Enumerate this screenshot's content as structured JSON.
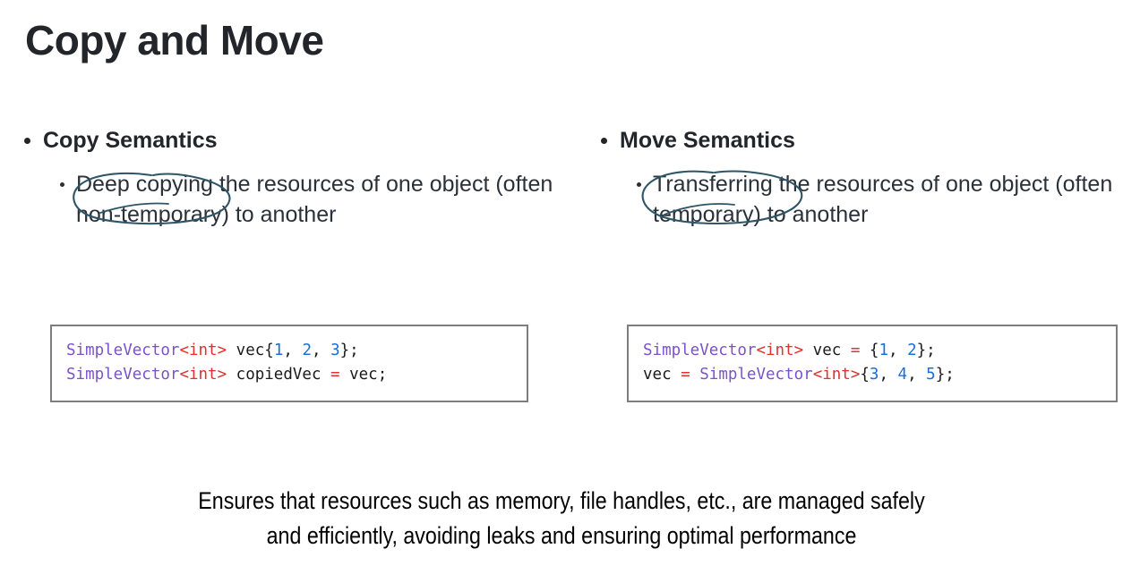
{
  "slide": {
    "title": "Copy and Move",
    "columns": [
      {
        "heading": "Copy Semantics",
        "sub_bullet": "Deep copying the resources of one object (often non-temporary) to another",
        "annotation_target": "Deep copying",
        "code_lines": [
          [
            {
              "t": "SimpleVector",
              "c": "type"
            },
            {
              "t": "<int>",
              "c": "tmpl"
            },
            {
              "t": " vec{",
              "c": "plain"
            },
            {
              "t": "1",
              "c": "num"
            },
            {
              "t": ", ",
              "c": "plain"
            },
            {
              "t": "2",
              "c": "num"
            },
            {
              "t": ", ",
              "c": "plain"
            },
            {
              "t": "3",
              "c": "num"
            },
            {
              "t": "};",
              "c": "plain"
            }
          ],
          [
            {
              "t": "SimpleVector",
              "c": "type"
            },
            {
              "t": "<int>",
              "c": "tmpl"
            },
            {
              "t": " copiedVec ",
              "c": "plain"
            },
            {
              "t": "=",
              "c": "op"
            },
            {
              "t": " vec;",
              "c": "plain"
            }
          ]
        ]
      },
      {
        "heading": "Move Semantics",
        "sub_bullet": "Transferring the resources of one object (often temporary) to another",
        "annotation_target": "Transferring",
        "code_lines": [
          [
            {
              "t": "SimpleVector",
              "c": "type"
            },
            {
              "t": "<int>",
              "c": "tmpl"
            },
            {
              "t": " vec ",
              "c": "plain"
            },
            {
              "t": "=",
              "c": "op"
            },
            {
              "t": " {",
              "c": "plain"
            },
            {
              "t": "1",
              "c": "num"
            },
            {
              "t": ", ",
              "c": "plain"
            },
            {
              "t": "2",
              "c": "num"
            },
            {
              "t": "};",
              "c": "plain"
            }
          ],
          [
            {
              "t": "vec ",
              "c": "plain"
            },
            {
              "t": "=",
              "c": "op"
            },
            {
              "t": " ",
              "c": "plain"
            },
            {
              "t": "SimpleVector",
              "c": "type"
            },
            {
              "t": "<int>",
              "c": "tmpl"
            },
            {
              "t": "{",
              "c": "plain"
            },
            {
              "t": "3",
              "c": "num"
            },
            {
              "t": ", ",
              "c": "plain"
            },
            {
              "t": "4",
              "c": "num"
            },
            {
              "t": ", ",
              "c": "plain"
            },
            {
              "t": "5",
              "c": "num"
            },
            {
              "t": "};",
              "c": "plain"
            }
          ]
        ]
      }
    ],
    "caption_line1": "Ensures that resources such as memory, file handles, etc., are managed safely",
    "caption_line2": "and efficiently, avoiding leaks and ensuring optimal performance"
  },
  "colors": {
    "title": "#22262b",
    "body_text": "#2b3138",
    "annotation_ink": "#2d5566",
    "code_border": "#7d7d7d",
    "code_type": "#7b52c9",
    "code_template": "#e03030",
    "code_number": "#1a6fd4",
    "caption": "#000000",
    "background": "#ffffff"
  }
}
